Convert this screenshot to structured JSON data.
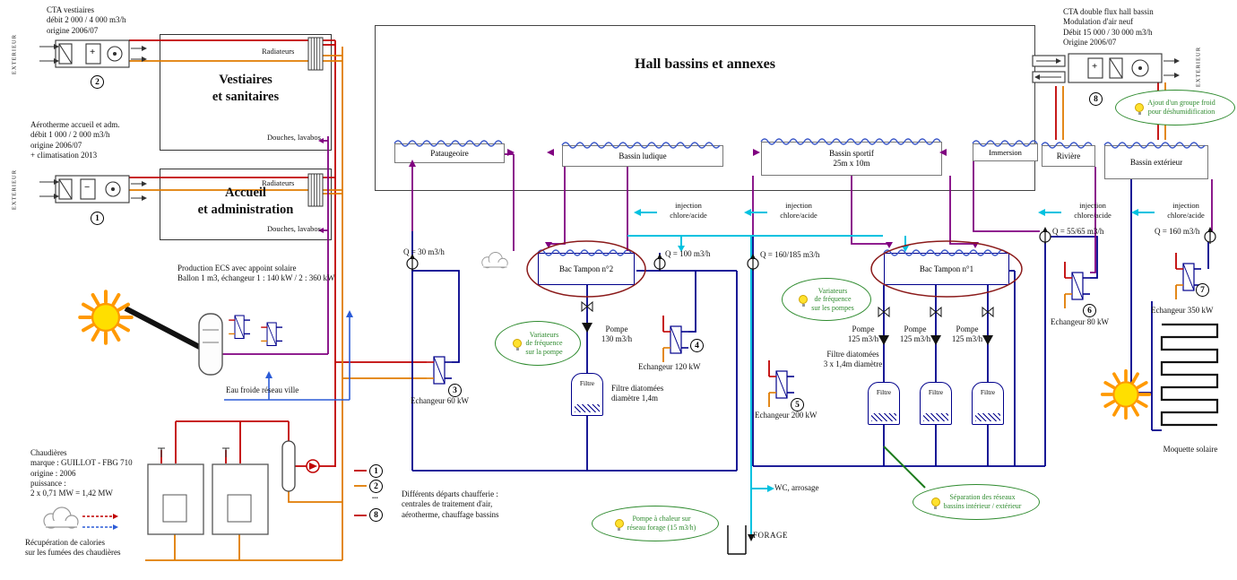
{
  "ahu": {
    "cta_vestiaires": "CTA vestiaires\ndébit 2 000 / 4 000 m3/h\norigine 2006/07",
    "aerotherme": "Aérotherme accueil et adm.\ndébit 1 000 / 2 000 m3/h\norigine 2006/07\n+ climatisation 2013",
    "cta_double_flux": "CTA double flux hall bassin\nModulation d'air neuf\nDébit 15 000 / 30 000 m3/h\nOrigine 2006/07",
    "exterieur": "EXTERIEUR",
    "plus": "+",
    "minus": "−"
  },
  "rooms": {
    "vestiaires_title": "Vestiaires\net sanitaires",
    "accueil_title": "Accueil\net administration",
    "hall_title": "Hall bassins et annexes",
    "radiateurs": "Radiateurs",
    "douches": "Douches, lavabos"
  },
  "pools": [
    {
      "label": "Pataugeoire"
    },
    {
      "label": "Bassin ludique"
    },
    {
      "label": "Bassin sportif\n25m x 10m"
    },
    {
      "label": "Immersion"
    },
    {
      "label": "Rivière"
    },
    {
      "label": "Bassin extérieur"
    }
  ],
  "tanks": {
    "bac2": "Bac Tampon n°2",
    "bac1": "Bac Tampon n°1"
  },
  "flows": {
    "q30": "Q = 30 m3/h",
    "q100": "Q = 100 m3/h",
    "q160_185": "Q = 160/185 m3/h",
    "q55_65": "Q = 55/65 m3/h",
    "q160": "Q = 160 m3/h"
  },
  "injection": "injection\nchlore/acide",
  "pumps": {
    "p130": "Pompe\n130 m3/h",
    "p125": "Pompe\n125 m3/h"
  },
  "filters": {
    "filtre": "Filtre",
    "single": "Filtre diatomées\ndiamètre 1,4m",
    "triple": "Filtre diatomées\n3 x 1,4m diamètre"
  },
  "exchangers": {
    "e60": "Echangeur 60 kW",
    "e120": "Echangeur 120 kW",
    "e200": "Echangeur 200 kW",
    "e80": "Echangeur 80 kW",
    "e350": "Echangeur 350 kW"
  },
  "ideas": {
    "variateur_pompe": "Variateurs\nde fréquence\nsur la pompe",
    "variateur_pompes": "Variateurs\nde fréquence\nsur les pompes",
    "groupe_froid": "Ajout d'un groupe froid\npour déshumidification",
    "separation": "Séparation des réseaux\nbassins intérieur / extérieur",
    "pac_forage": "Pompe à chaleur sur\nréseau forage (15 m3/h)"
  },
  "heating": {
    "production_ecs": "Production ECS avec appoint solaire\nBallon 1 m3, échangeur 1 : 140 kW / 2 : 360 kW",
    "eau_froide": "Eau froide réseau ville",
    "chaudieres": "Chaudières\nmarque : GUILLOT - FBG 710\norigine : 2006\npuissance :\n2 x 0,71 MW = 1,42 MW",
    "recuperation": "Récupération de calories\nsur les fumées des chaudières",
    "departs": "Différents départs chaufferie :\ncentrales de traitement d'air,\naérotherme, chauffage bassins"
  },
  "misc": {
    "wc": "WC, arrosage",
    "forage": "FORAGE",
    "moquette": "Moquette solaire",
    "dots": "..."
  },
  "numbers": {
    "n1": "1",
    "n2": "2",
    "n3": "3",
    "n4": "4",
    "n5": "5",
    "n6": "6",
    "n7": "7",
    "n8": "8"
  }
}
